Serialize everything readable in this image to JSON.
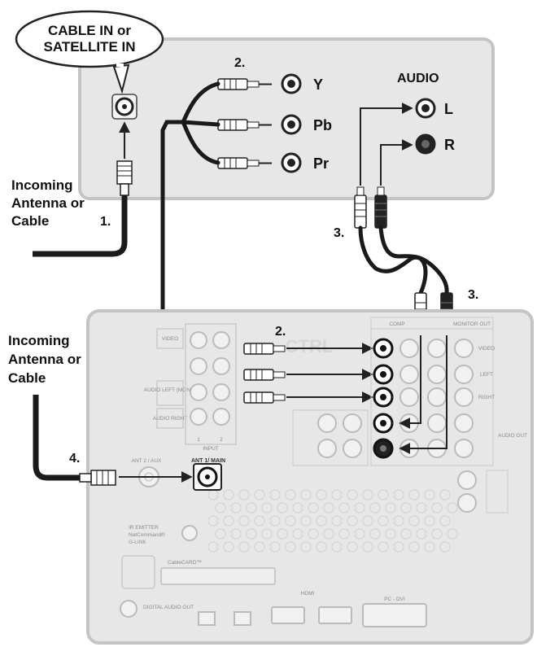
{
  "callout": {
    "line1": "CABLE IN or",
    "line2": "SATELLITE IN"
  },
  "incoming_top": {
    "line1": "Incoming",
    "line2": "Antenna or",
    "line3": "Cable"
  },
  "incoming_bottom": {
    "line1": "Incoming",
    "line2": "Antenna or",
    "line3": "Cable"
  },
  "steps": {
    "s1": "1.",
    "s2_top": "2.",
    "s2_bottom": "2.",
    "s3_left": "3.",
    "s3_right": "3.",
    "s4": "4."
  },
  "top_device": {
    "component_labels": [
      "Y",
      "Pb",
      "Pr"
    ],
    "audio_title": "AUDIO",
    "audio_labels": [
      "L",
      "R"
    ]
  },
  "bottom_device": {
    "brand": "CTRL",
    "labels": {
      "video": "VIDEO",
      "audio_left_mono": "AUDIO LEFT (MONO)",
      "audio_right": "AUDIO RIGHT",
      "input": "INPUT",
      "input_nums": [
        "1",
        "2"
      ],
      "comp": "COMP",
      "monitor_out": "MONITOR OUT",
      "video_r": "VIDEO",
      "left_r": "LEFT",
      "right_r": "RIGHT",
      "audio_out": "AUDIO OUT",
      "ant2": "ANT 2 / AUX",
      "ant1": "ANT 1/ MAIN",
      "ir_emitter": "IR EMITTER",
      "netcommand": "NetCommand®",
      "glink": "G-LINK",
      "cablecard": "CableCARD™",
      "hdmi": "HDMI",
      "pc_dvi": "PC - DVI",
      "digital_audio": "DIGITAL AUDIO OUT"
    }
  },
  "colors": {
    "panel_fill": "#e7e7e7",
    "panel_stroke": "#c4c4c4",
    "cable": "#1a1a1a",
    "text": "#111111"
  }
}
